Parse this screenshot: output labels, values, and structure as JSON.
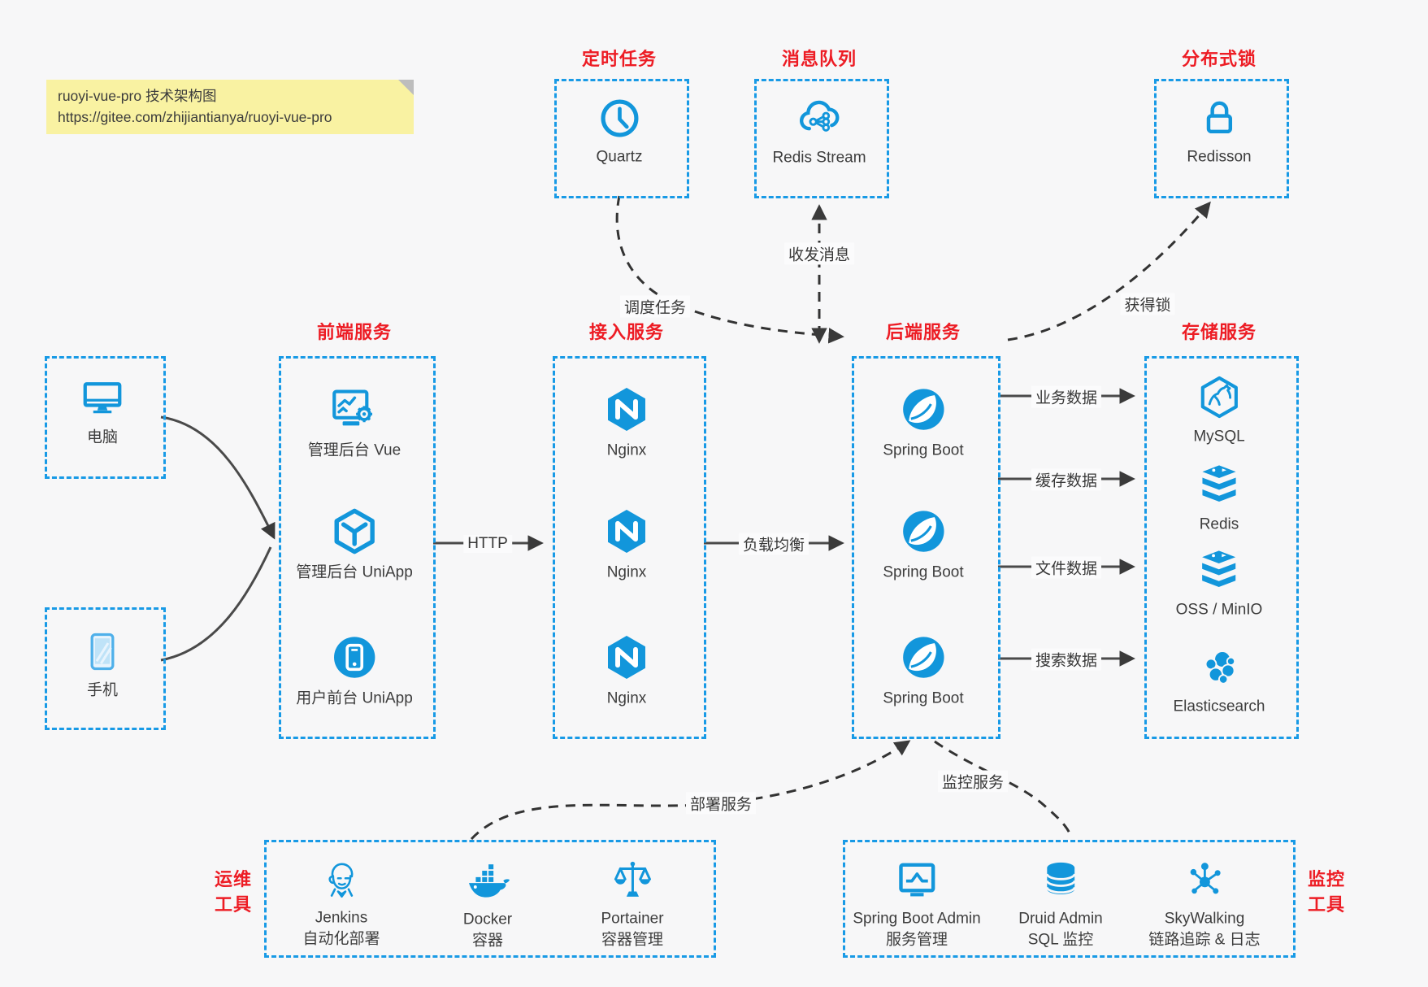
{
  "note": {
    "line1": "ruoyi-vue-pro 技术架构图",
    "line2": "https://gitee.com/zhijiantianya/ruoyi-vue-pro"
  },
  "colors": {
    "accent_blue": "#1296db",
    "border_blue": "#189ae6",
    "title_red": "#ed1c24",
    "note_yellow": "#f9f2a2",
    "background": "#f7f7f8",
    "line_dark": "#3a3a3a"
  },
  "top_groups": [
    {
      "title": "定时任务",
      "icon": "clock-icon",
      "label": "Quartz"
    },
    {
      "title": "消息队列",
      "icon": "cloud-share-icon",
      "label": "Redis Stream"
    },
    {
      "title": "分布式锁",
      "icon": "lock-icon",
      "label": "Redisson"
    }
  ],
  "clients": [
    {
      "icon": "desktop-icon",
      "label": "电脑"
    },
    {
      "icon": "mobile-icon",
      "label": "手机"
    }
  ],
  "columns": [
    {
      "title": "前端服务",
      "items": [
        {
          "icon": "admin-vue-icon",
          "label": "管理后台 Vue"
        },
        {
          "icon": "uniapp-cube-icon",
          "label": "管理后台 UniApp"
        },
        {
          "icon": "user-uniapp-icon",
          "label": "用户前台 UniApp"
        }
      ]
    },
    {
      "title": "接入服务",
      "items": [
        {
          "icon": "nginx-icon",
          "label": "Nginx"
        },
        {
          "icon": "nginx-icon",
          "label": "Nginx"
        },
        {
          "icon": "nginx-icon",
          "label": "Nginx"
        }
      ]
    },
    {
      "title": "后端服务",
      "items": [
        {
          "icon": "spring-boot-icon",
          "label": "Spring Boot"
        },
        {
          "icon": "spring-boot-icon",
          "label": "Spring Boot"
        },
        {
          "icon": "spring-boot-icon",
          "label": "Spring Boot"
        }
      ]
    },
    {
      "title": "存储服务",
      "items": [
        {
          "icon": "mysql-icon",
          "label": "MySQL"
        },
        {
          "icon": "redis-icon",
          "label": "Redis"
        },
        {
          "icon": "storage-stack-icon",
          "label": "OSS / MinIO"
        },
        {
          "icon": "elasticsearch-icon",
          "label": "Elasticsearch"
        }
      ]
    }
  ],
  "bottom_groups": [
    {
      "title1": "运维",
      "title2": "工具",
      "items": [
        {
          "icon": "jenkins-icon",
          "label1": "Jenkins",
          "label2": "自动化部署"
        },
        {
          "icon": "docker-icon",
          "label1": "Docker",
          "label2": "容器"
        },
        {
          "icon": "portainer-icon",
          "label1": "Portainer",
          "label2": "容器管理"
        }
      ]
    },
    {
      "title1": "监控",
      "title2": "工具",
      "items": [
        {
          "icon": "spring-boot-admin-icon",
          "label1": "Spring Boot Admin",
          "label2": "服务管理"
        },
        {
          "icon": "druid-icon",
          "label1": "Druid Admin",
          "label2": "SQL 监控"
        },
        {
          "icon": "skywalking-icon",
          "label1": "SkyWalking",
          "label2": "链路追踪 & 日志"
        }
      ]
    }
  ],
  "edges": {
    "http": "HTTP",
    "load_balance": "负载均衡",
    "business_data": "业务数据",
    "cache_data": "缓存数据",
    "file_data": "文件数据",
    "search_data": "搜索数据",
    "schedule_task": "调度任务",
    "send_receive_message": "收发消息",
    "acquire_lock": "获得锁",
    "deploy_service": "部署服务",
    "monitor_service": "监控服务"
  }
}
